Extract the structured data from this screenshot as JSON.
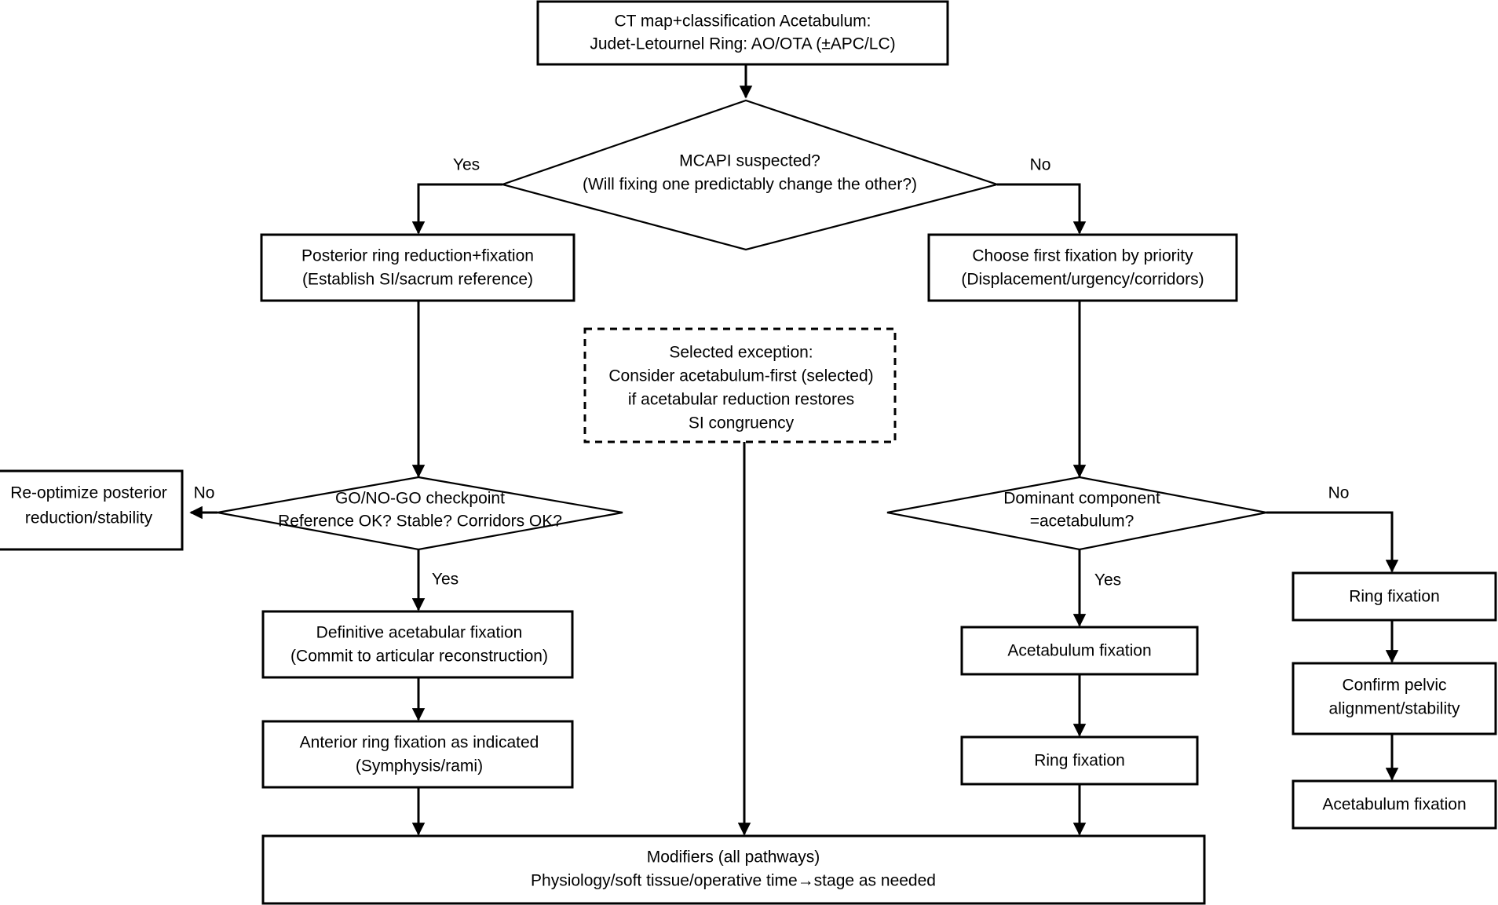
{
  "diagram": {
    "title": "Acetabulum + pelvic ring fixation sequencing algorithm",
    "type": "flowchart",
    "colors": {
      "stroke": "#000000",
      "fill": "#ffffff",
      "text": "#000000"
    },
    "nodes": {
      "start": {
        "shape": "rectangle",
        "line1": "CT map+classification Acetabulum:",
        "line2": "Judet-Letournel Ring: AO/OTA (±APC/LC)"
      },
      "mcapi_decision": {
        "shape": "diamond",
        "line1": "MCAPI suspected?",
        "line2": "(Will fixing one predictably change the other?)"
      },
      "posterior_ring": {
        "shape": "rectangle",
        "line1": "Posterior ring reduction+fixation",
        "line2": "(Establish SI/sacrum reference)"
      },
      "choose_priority": {
        "shape": "rectangle",
        "line1": "Choose first fixation by priority",
        "line2": "(Displacement/urgency/corridors)"
      },
      "selected_exception": {
        "shape": "rectangle-dashed",
        "line1": "Selected exception:",
        "line2": "Consider acetabulum-first (selected)",
        "line3": "if acetabular reduction restores",
        "line4": "SI congruency"
      },
      "gonogo_decision": {
        "shape": "diamond",
        "line1": "GO/NO-GO checkpoint",
        "line2": "Reference OK? Stable? Corridors OK?"
      },
      "reoptimize": {
        "shape": "rectangle",
        "line1": "Re-optimize posterior",
        "line2": "reduction/stability"
      },
      "definitive_acetabular": {
        "shape": "rectangle",
        "line1": "Definitive acetabular fixation",
        "line2": "(Commit to articular reconstruction)"
      },
      "anterior_ring": {
        "shape": "rectangle",
        "line1": "Anterior ring fixation as indicated",
        "line2": "(Symphysis/rami)"
      },
      "dominant_decision": {
        "shape": "diamond",
        "line1": "Dominant component",
        "line2": "=acetabulum?"
      },
      "acetabulum_fixation_mid": {
        "shape": "rectangle",
        "line1": "Acetabulum fixation"
      },
      "ring_fixation_mid": {
        "shape": "rectangle",
        "line1": "Ring fixation"
      },
      "ring_fixation_right": {
        "shape": "rectangle",
        "line1": "Ring fixation"
      },
      "confirm_alignment": {
        "shape": "rectangle",
        "line1": "Confirm pelvic",
        "line2": "alignment/stability"
      },
      "acetabulum_fixation_right": {
        "shape": "rectangle",
        "line1": "Acetabulum fixation"
      },
      "modifiers": {
        "shape": "rectangle",
        "line1": "Modifiers (all pathways)",
        "line2": "Physiology/soft tissue/operative time→stage as needed"
      }
    },
    "edge_labels": {
      "mcapi_yes": "Yes",
      "mcapi_no": "No",
      "gonogo_no": "No",
      "gonogo_yes": "Yes",
      "dominant_yes": "Yes",
      "dominant_no": "No"
    }
  }
}
